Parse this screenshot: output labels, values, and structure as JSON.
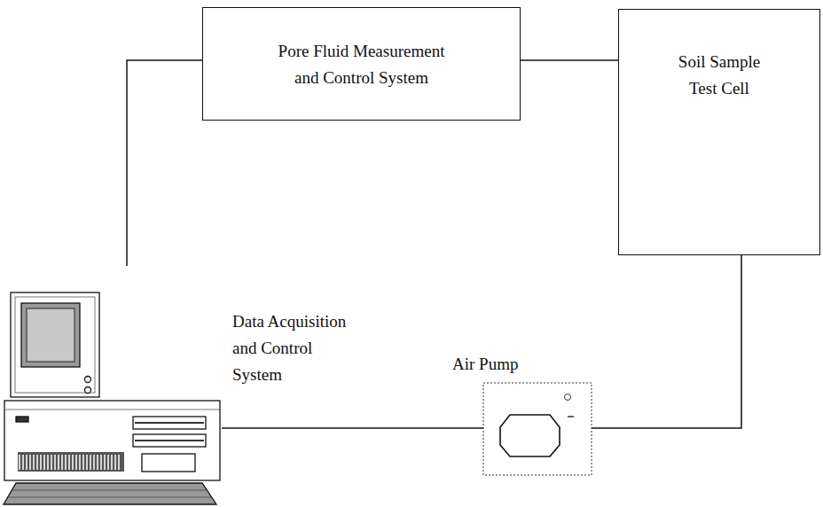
{
  "diagram": {
    "nodes": [
      {
        "text": [
          "Pore Fluid Measurement and Control System"
        ]
      },
      {
        "text": [
          "Soil Sample Test Cell"
        ]
      },
      {
        "text": [
          "Data Acquisition and Control System"
        ]
      },
      {
        "text": [
          "Air Pump"
        ]
      }
    ],
    "edges": [
      {
        "from": 2,
        "to": 0,
        "arrow": "none"
      },
      {
        "from": 0,
        "to": 1,
        "arrow": "none"
      },
      {
        "from": 2,
        "to": 3,
        "arrow": "none"
      },
      {
        "from": 3,
        "to": 1,
        "arrow": "none"
      }
    ]
  }
}
